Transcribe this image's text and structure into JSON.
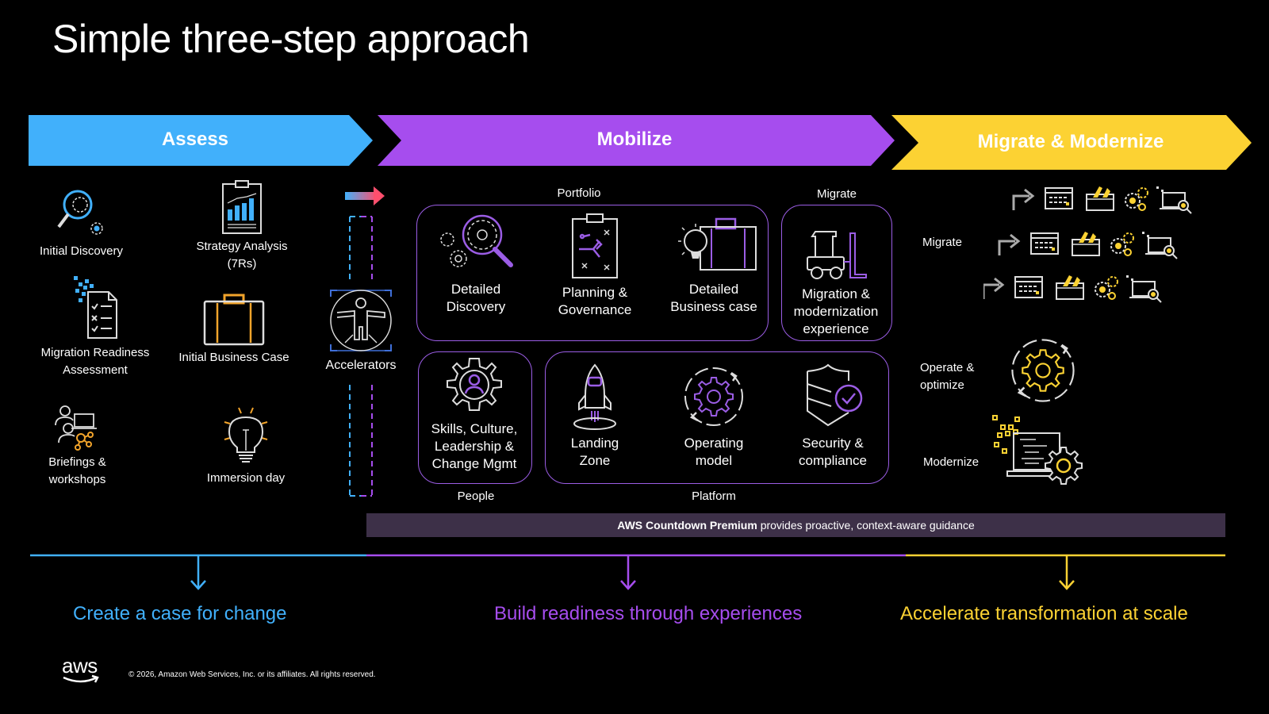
{
  "title": "Simple three-step approach",
  "phases": [
    {
      "label": "Assess",
      "color": "#41b0fb"
    },
    {
      "label": "Mobilize",
      "color": "#a64dee"
    },
    {
      "label": "Migrate & Modernize",
      "color": "#fcd233"
    }
  ],
  "assess": {
    "items": [
      {
        "label": "Initial Discovery",
        "icon": "magnifier-gears-icon"
      },
      {
        "label": "Strategy Analysis (7Rs)",
        "line1": "Strategy Analysis",
        "line2": "(7Rs)",
        "icon": "clipboard-chart-icon"
      },
      {
        "label": "Migration Readiness Assessment",
        "line1": "Migration Readiness",
        "line2": "Assessment",
        "icon": "checklist-icon"
      },
      {
        "label": "Initial Business Case",
        "icon": "briefcase-icon"
      },
      {
        "label": "Briefings & workshops",
        "line1": "Briefings &",
        "line2": "workshops",
        "icon": "people-laptop-icon"
      },
      {
        "label": "Immersion day",
        "icon": "lightbulb-icon"
      }
    ]
  },
  "accelerators": {
    "label": "Accelerators",
    "icon": "vitruvian-person-icon"
  },
  "mobilize": {
    "portfolio_label": "Portfolio",
    "migrate_label": "Migrate",
    "people_label": "People",
    "platform_label": "Platform",
    "portfolio": [
      {
        "line1": "Detailed",
        "line2": "Discovery",
        "icon": "magnifier-gears-icon"
      },
      {
        "line1": "Planning &",
        "line2": "Governance",
        "icon": "clipboard-strategy-icon"
      },
      {
        "line1": "Detailed",
        "line2": "Business case",
        "icon": "lightbulb-briefcase-icon"
      }
    ],
    "migrate": {
      "line1": "Migration &",
      "line2": "modernization",
      "line3": "experience",
      "icon": "forklift-icon"
    },
    "people": {
      "line1": "Skills, Culture,",
      "line2": "Leadership &",
      "line3": "Change Mgmt",
      "icon": "gear-person-icon"
    },
    "platform": [
      {
        "line1": "Landing",
        "line2": "Zone",
        "icon": "rocket-icon"
      },
      {
        "line1": "Operating",
        "line2": "model",
        "icon": "gear-cycle-icon"
      },
      {
        "line1": "Security &",
        "line2": "compliance",
        "icon": "shield-check-icon"
      }
    ]
  },
  "migrate_modernize": {
    "migrate_label": "Migrate",
    "operate_line1": "Operate &",
    "operate_line2": "optimize",
    "modernize_label": "Modernize"
  },
  "banner": {
    "bold": "AWS Countdown Premium",
    "rest": " provides proactive, context-aware guidance"
  },
  "outcomes": [
    {
      "label": "Create a case for change",
      "color": "#41b0fb"
    },
    {
      "label": "Build readiness through experiences",
      "color": "#a64dee"
    },
    {
      "label": "Accelerate transformation at scale",
      "color": "#fcd233"
    }
  ],
  "footer": {
    "logo": "aws",
    "copyright": "© 2026, Amazon Web Services, Inc. or its affiliates. All rights reserved."
  }
}
